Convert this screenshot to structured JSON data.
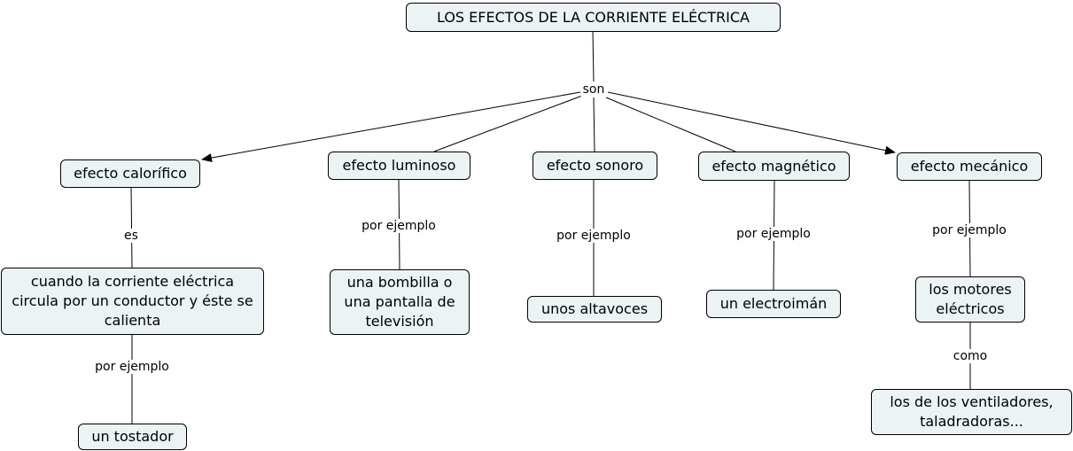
{
  "title": "LOS EFECTOS DE LA CORRIENTE ELÉCTRICA",
  "root_link": "son",
  "effects": {
    "calorifico": {
      "label": "efecto calorífico",
      "link": "es",
      "description": "cuando la corriente eléctrica circula por un conductor y éste se calienta",
      "example_link": "por ejemplo",
      "example": "un tostador"
    },
    "luminoso": {
      "label": "efecto luminoso",
      "link": "por ejemplo",
      "example": "una bombilla o una pantalla de televisión"
    },
    "sonoro": {
      "label": "efecto sonoro",
      "link": "por ejemplo",
      "example": "unos altavoces"
    },
    "magnetico": {
      "label": "efecto magnético",
      "link": "por ejemplo",
      "example": "un electroimán"
    },
    "mecanico": {
      "label": "efecto mecánico",
      "link": "por ejemplo",
      "example": "los motores eléctricos",
      "sub_link": "como",
      "sub_example": "los de los ventiladores, taladradoras..."
    }
  },
  "colors": {
    "node_fill": "#ebf3f5",
    "stroke": "#000000"
  }
}
